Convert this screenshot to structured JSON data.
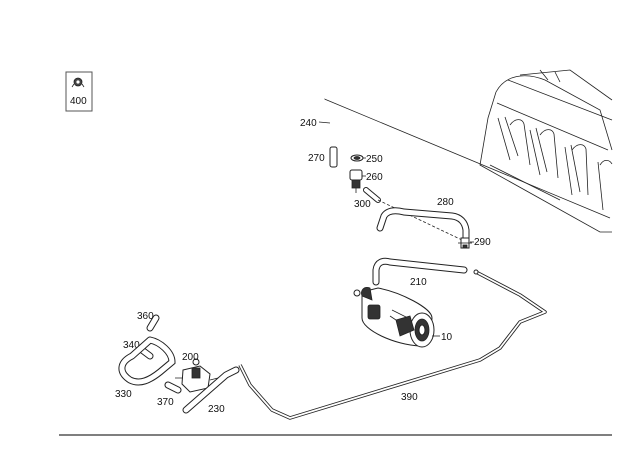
{
  "labels": {
    "p400": "400",
    "p240": "240",
    "p270": "270",
    "p250": "250",
    "p260": "260",
    "p300": "300",
    "p280": "280",
    "p290": "290",
    "p210": "210",
    "p10": "10",
    "p360": "360",
    "p340": "340",
    "p200": "200",
    "p330": "330",
    "p370": "370",
    "p230": "230",
    "p390": "390"
  }
}
